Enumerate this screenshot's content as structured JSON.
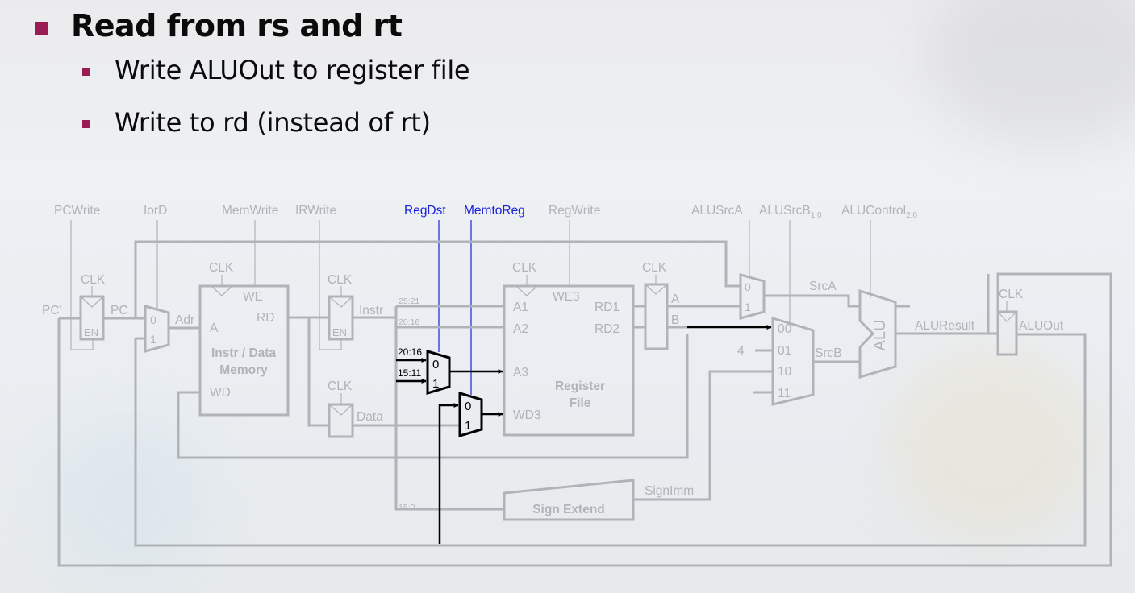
{
  "slide": {
    "bullet_main": "Read from rs and rt",
    "sub_bullets": [
      "Write ALUOut to register file",
      "Write to rd (instead of rt)"
    ],
    "bullet_color": "#9b1b55"
  },
  "diagram": {
    "control_signals": {
      "pcwrite": "PCWrite",
      "iord": "IorD",
      "memwrite": "MemWrite",
      "irwrite": "IRWrite",
      "regdst": "RegDst",
      "memtoreg": "MemtoReg",
      "regwrite": "RegWrite",
      "alusrca": "ALUSrcA",
      "alusrcb": "ALUSrcB",
      "alusrcb_sub": "1:0",
      "alucontrol": "ALUControl",
      "alucontrol_sub": "2:0"
    },
    "highlight_color": "#1a22dd",
    "active_wire_color": "#000000",
    "inactive_color": "#b0b3b7",
    "labels": {
      "clk": "CLK",
      "pc_prime": "PC'",
      "pc": "PC",
      "en": "EN",
      "adr": "Adr",
      "mux0": "0",
      "mux1": "1",
      "mem_a": "A",
      "mem_we": "WE",
      "mem_rd": "RD",
      "mem_wd": "WD",
      "mem_title_1": "Instr / Data",
      "mem_title_2": "Memory",
      "instr": "Instr",
      "data": "Data",
      "bits_25_21": "25:21",
      "bits_20_16": "20:16",
      "bits_20_16_b": "20:16",
      "bits_15_11": "15:11",
      "bits_15_0": "15:0",
      "rf_a1": "A1",
      "rf_a2": "A2",
      "rf_a3": "A3",
      "rf_wd3": "WD3",
      "rf_we3": "WE3",
      "rf_rd1": "RD1",
      "rf_rd2": "RD2",
      "rf_title_1": "Register",
      "rf_title_2": "File",
      "reg_a": "A",
      "reg_b": "B",
      "srca": "SrcA",
      "srcb": "SrcB",
      "srcb_00": "00",
      "srcb_01": "01",
      "srcb_10": "10",
      "srcb_11": "11",
      "const_4": "4",
      "alu": "ALU",
      "aluresult": "ALUResult",
      "aluout": "ALUOut",
      "signimm": "SignImm",
      "sign_extend": "Sign Extend"
    }
  }
}
